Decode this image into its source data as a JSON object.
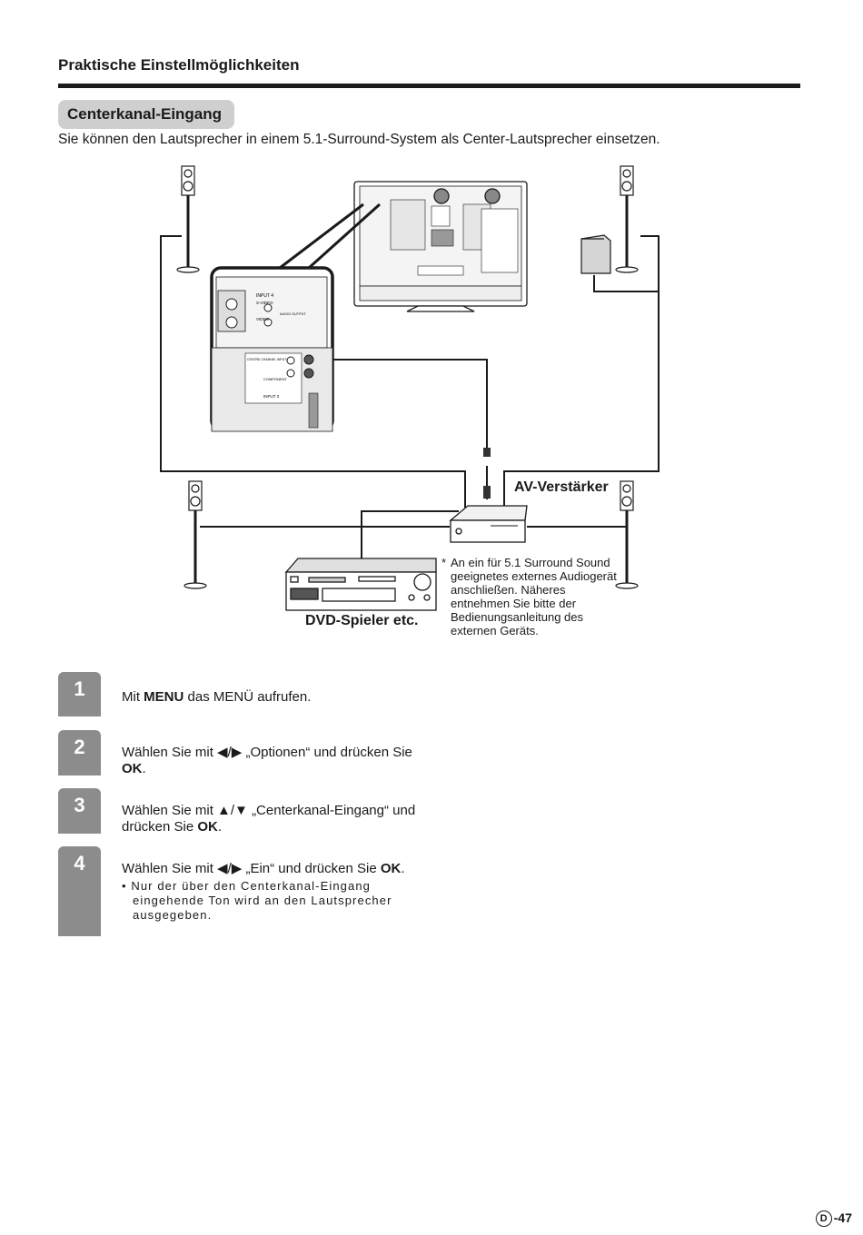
{
  "header": {
    "section_title": "Praktische Einstellmöglichkeiten",
    "subsection_title": "Centerkanal-Eingang",
    "intro": "Sie können den Lautsprecher in einem 5.1-Surround-System als Center-Lautsprecher einsetzen."
  },
  "diagram": {
    "amp_label": "AV-Verstärker",
    "dvd_label": "DVD-Spieler etc.",
    "footnote_star": "*",
    "footnote": "An ein für 5.1 Surround Sound geeignetes externes Audiogerät anschließen. Näheres entnehmen Sie bitte der Bedienungsanleitung des externen Geräts.",
    "panel_labels": [
      "INPUT 4",
      "S-VIDEO",
      "VIDEO",
      "AUDIO OUTPUT",
      "CENTRE CHANNEL INPUT",
      "COMPONENT",
      "INPUT 3"
    ]
  },
  "steps": [
    {
      "number": "1",
      "pre": "Mit ",
      "bold": "MENU",
      "post": " das MENÜ aufrufen.",
      "note": ""
    },
    {
      "number": "2",
      "pre": "Wählen Sie mit ◀/▶ „Optionen“ und drücken Sie ",
      "bold": "OK",
      "post": ".",
      "note": ""
    },
    {
      "number": "3",
      "pre": "Wählen Sie mit ▲/▼ „Centerkanal-Eingang“ und drücken Sie ",
      "bold": "OK",
      "post": ".",
      "note": ""
    },
    {
      "number": "4",
      "pre": "Wählen Sie mit ◀/▶ „Ein“ und drücken Sie ",
      "bold": "OK",
      "post": ".",
      "note": "• Nur der über den Centerkanal-Eingang eingehende Ton wird an den Lautsprecher ausgegeben."
    }
  ],
  "footer": {
    "page_letter": "D",
    "page_number": "-47"
  }
}
